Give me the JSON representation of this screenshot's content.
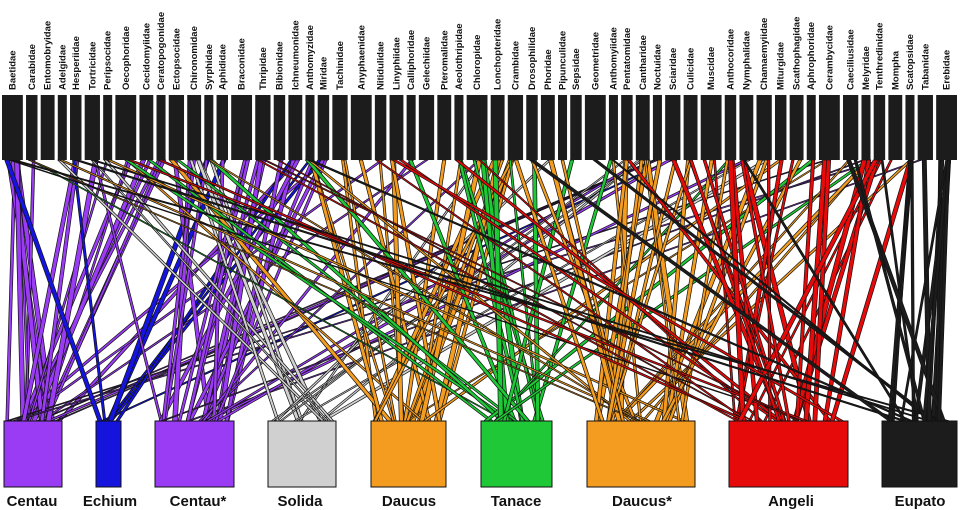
{
  "upper_nodes": [
    "Baetidae",
    "Carabidae",
    "Entomobryidae",
    "Adelgidae",
    "Hesperiidae",
    "Tortricidae",
    "Peripsocidae",
    "Oecophoridae",
    "Cecidomyiidae",
    "Ceratopogonidae",
    "Ectopsocidae",
    "Chironomidae",
    "Syrphidae",
    "Aphididae",
    "Braconidae",
    "Thripidae",
    "Bibionidae",
    "Ichneumonidae",
    "Anthomyzidae",
    "Miridae",
    "Tachinidae",
    "Anyphaenidae",
    "Nitidulidae",
    "Linyphiidae",
    "Calliphoridae",
    "Gelechiidae",
    "Pteromalidae",
    "Aeolothripidae",
    "Chloropidae",
    "Lonchopteridae",
    "Crambidae",
    "Drosophilidae",
    "Phoridae",
    "Pipunculidae",
    "Sepsidae",
    "Geometridae",
    "Anthomyiidae",
    "Pentatomidae",
    "Cantharidae",
    "Noctuidae",
    "Sciaridae",
    "Culicidae",
    "Muscidae",
    "Anthocoridae",
    "Nymphalidae",
    "Chamaemyiidae",
    "Miturgidae",
    "Scathophagidae",
    "Aphrophoridae",
    "Cerambycidae",
    "Caeciliusidae",
    "Melyridae",
    "Tenthredinidae",
    "Mompha",
    "Scatopsidae",
    "Tabanidae",
    "Erebidae"
  ],
  "lower_nodes": [
    {
      "label": "Centau",
      "color": "#9b3cf5"
    },
    {
      "label": "Echium",
      "color": "#1414dc"
    },
    {
      "label": "Centau*",
      "color": "#9b3cf5"
    },
    {
      "label": "Solida",
      "color": "#d0d0d0"
    },
    {
      "label": "Daucus",
      "color": "#f39c1f"
    },
    {
      "label": "Tanace",
      "color": "#1ec836"
    },
    {
      "label": "Daucus*",
      "color": "#f39c1f"
    },
    {
      "label": "Angeli",
      "color": "#e60a0a"
    },
    {
      "label": "Eupato",
      "color": "#1c1c1c"
    }
  ],
  "colors": {
    "upper_bar": "#1c1c1c",
    "link_outline": "#111111",
    "background": "#ffffff"
  }
}
